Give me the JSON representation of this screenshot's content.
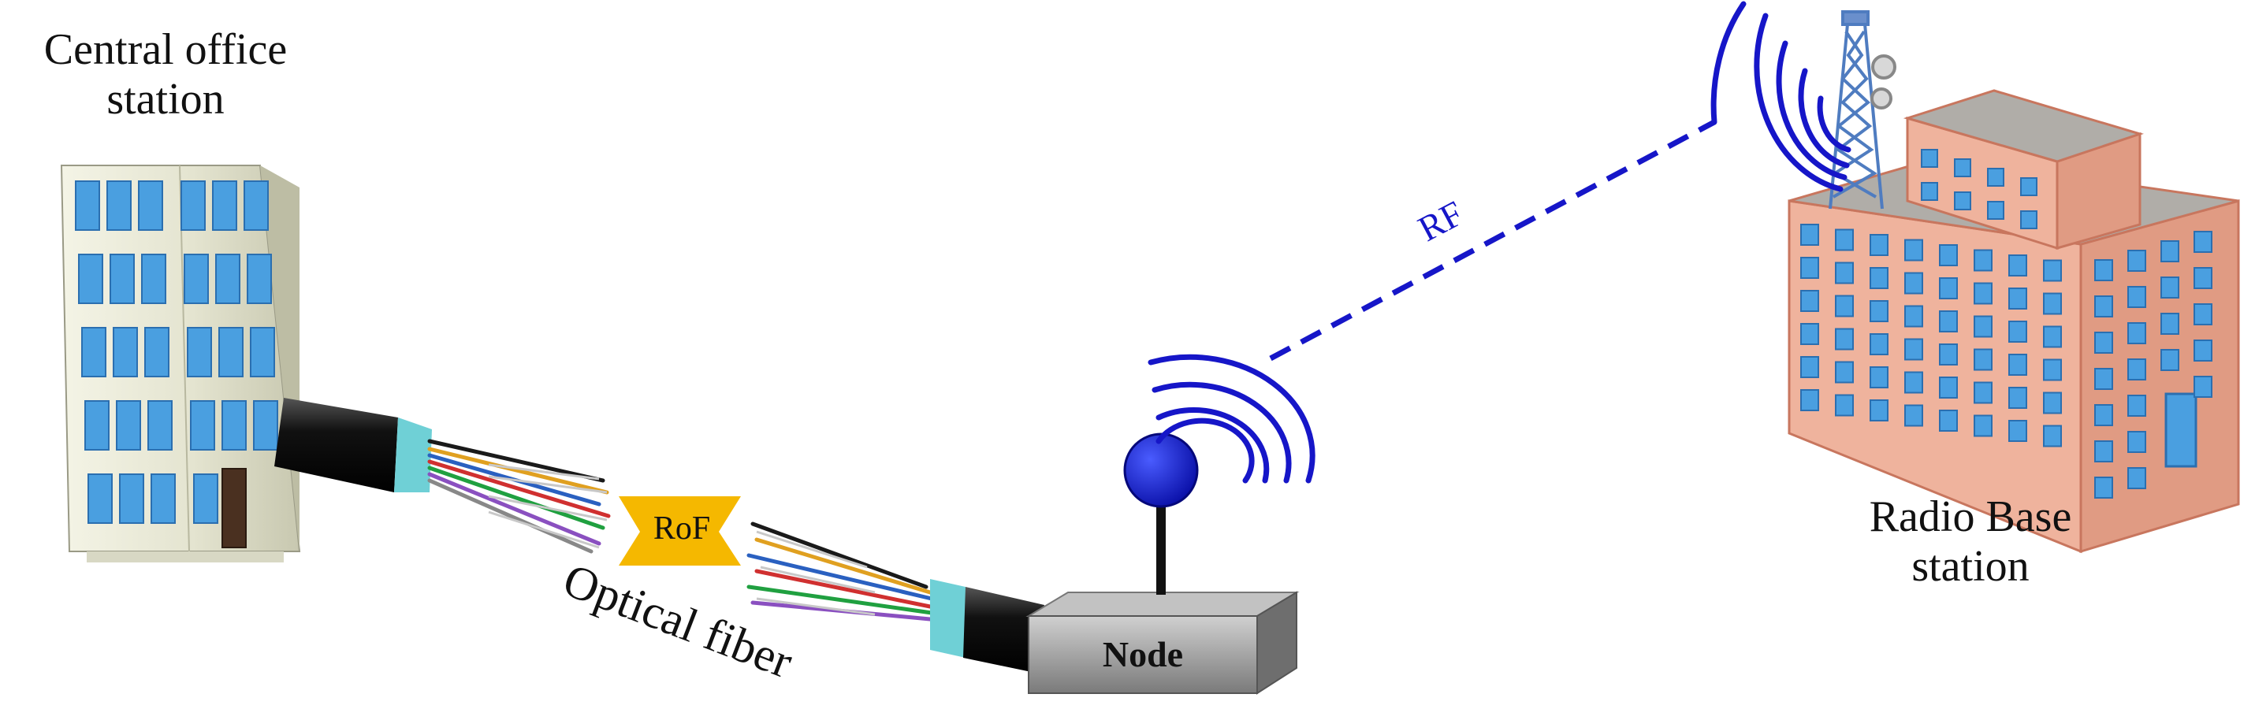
{
  "labels": {
    "central_office_line1": "Central office",
    "central_office_line2": "station",
    "radio_base_line1": "Radio Base",
    "radio_base_line2": "station",
    "rf": "RF",
    "rof": "RoF",
    "optical_fiber": "Optical fiber",
    "node": "Node"
  },
  "colors": {
    "rf_blue": "#1616c8",
    "rof_badge": "#f5b800",
    "cable_black": "#111111",
    "node_gray": "#8c8c8c",
    "building_wall": "#e8a28a",
    "window_blue": "#4a9fe0",
    "tower_wall": "#dcdcc8"
  },
  "icons": [
    "central-office-building",
    "radio-base-building",
    "transmission-tower",
    "node-box",
    "node-antenna",
    "rf-wave-icon",
    "fiber-cable"
  ]
}
